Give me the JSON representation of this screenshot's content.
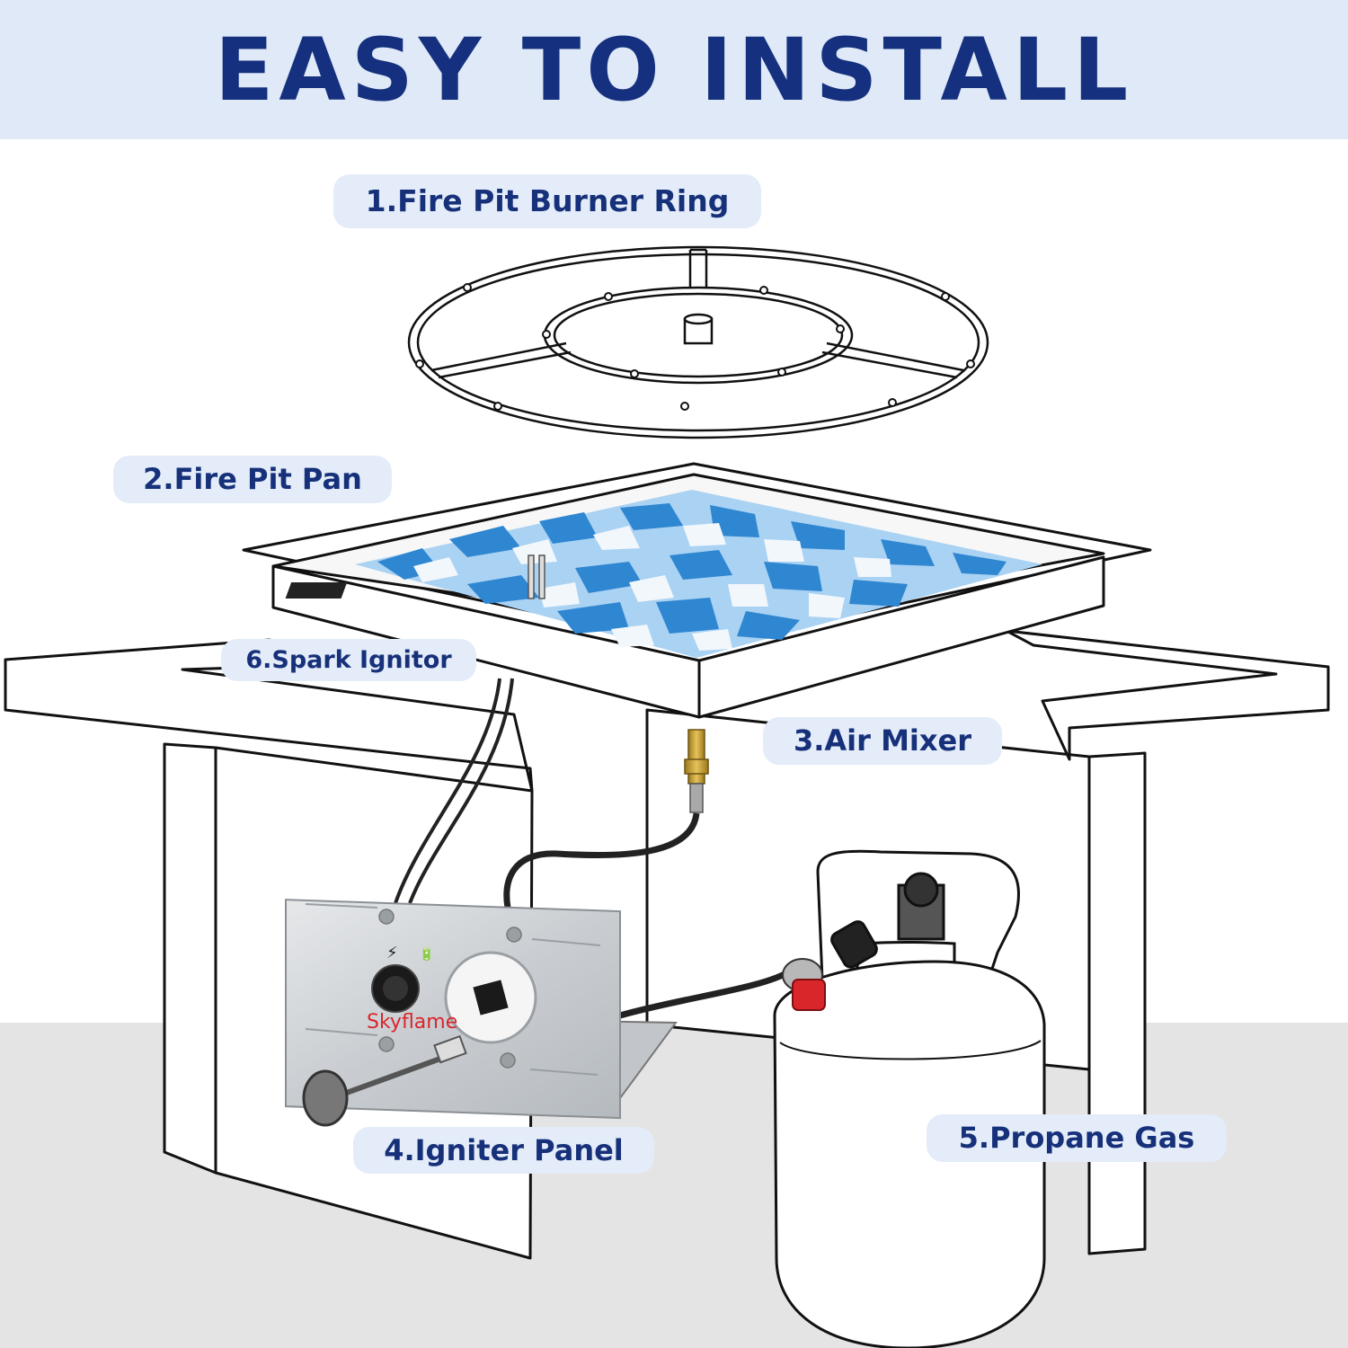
{
  "header": {
    "title": "EASY TO INSTALL"
  },
  "labels": {
    "burner_ring": "1.Fire Pit Burner Ring",
    "fire_pit_pan": "2.Fire Pit Pan",
    "air_mixer": "3.Air Mixer",
    "igniter_panel": "4.Igniter Panel",
    "propane_gas": "5.Propane Gas",
    "spark_ignitor": "6.Spark Ignitor"
  },
  "brand": {
    "logo_text": "Skyflame"
  },
  "colors": {
    "header_bg": "#dfe9f7",
    "title": "#15307e",
    "label_bg": "#e3ecf8",
    "label_text": "#16307a",
    "glass_blue": "#3d8fd6",
    "valve_red": "#d9262b",
    "fitting_brass": "#c9a53a",
    "panel_steel": "#cfd3d6"
  }
}
